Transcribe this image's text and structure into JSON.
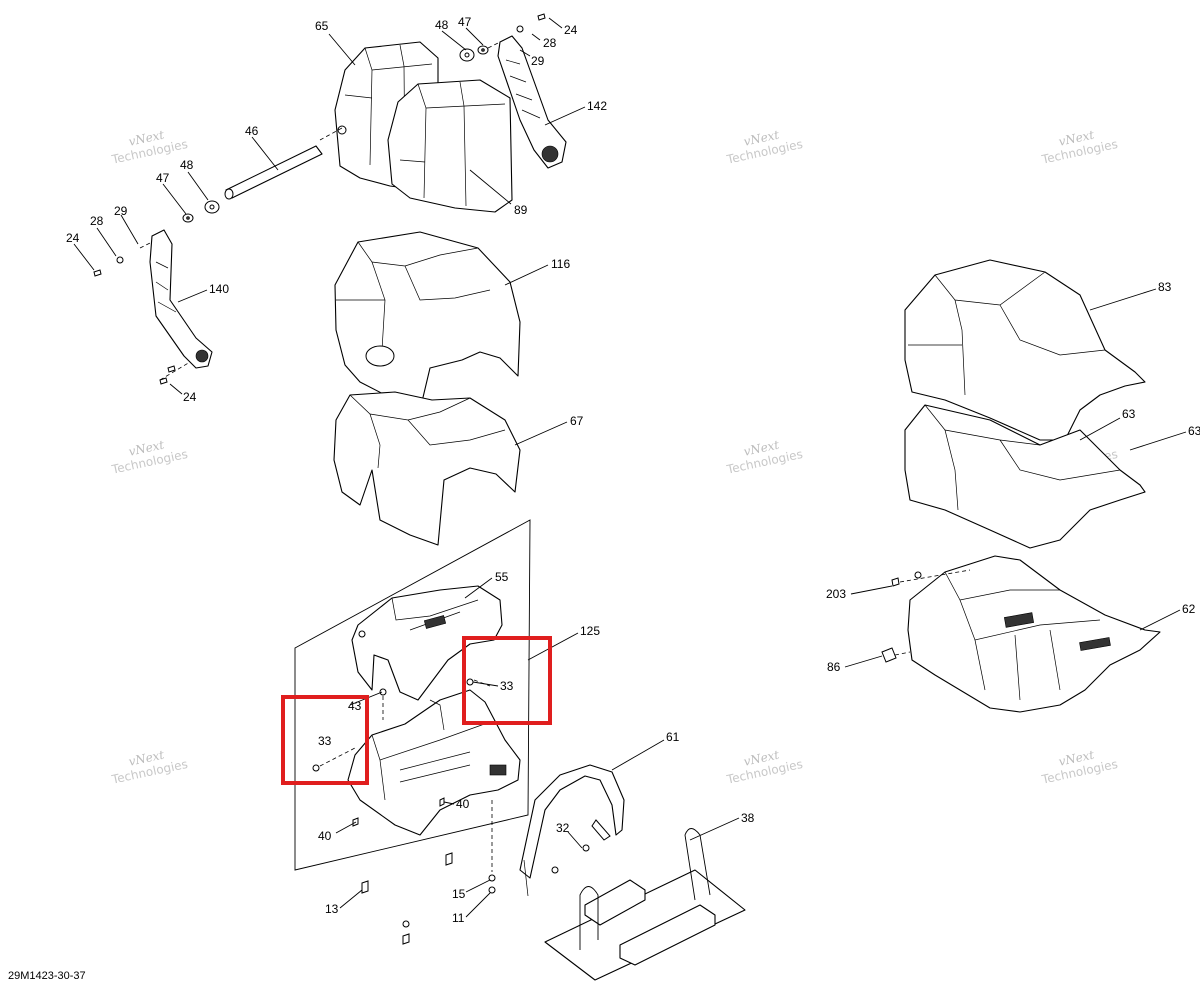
{
  "drawing_ref": "29M1423-30-37",
  "watermark": {
    "line1": "vNext",
    "line2": "Technologies"
  },
  "callouts": [
    "65",
    "48",
    "47",
    "24",
    "28",
    "29",
    "142",
    "46",
    "89",
    "48",
    "47",
    "28",
    "29",
    "24",
    "140",
    "24",
    "116",
    "67",
    "55",
    "125",
    "33",
    "43",
    "33",
    "40",
    "40",
    "13",
    "15",
    "11",
    "61",
    "32",
    "38",
    "83",
    "63",
    "63",
    "203",
    "62",
    "86"
  ],
  "highlight_color": "#e01e1e"
}
